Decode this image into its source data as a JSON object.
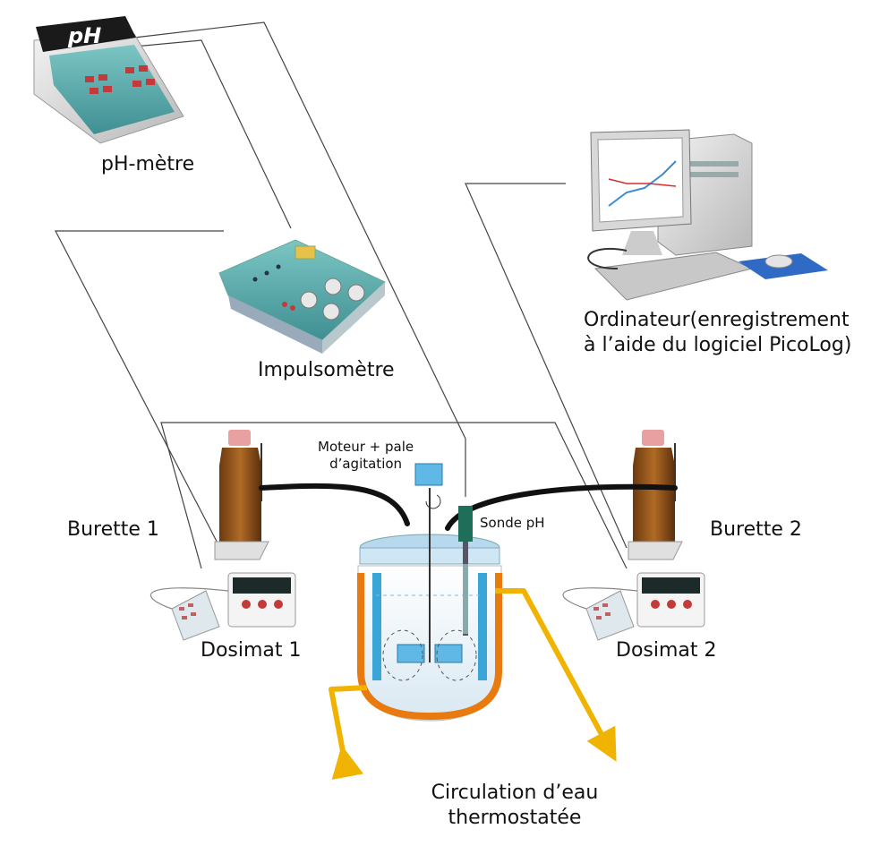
{
  "diagram": {
    "ph_meter": {
      "display": "pH",
      "label": "pH-mètre"
    },
    "pulse_meter": {
      "label": "Impulsomètre"
    },
    "computer": {
      "line1": "Ordinateur(enregistrement",
      "line2": "à l’aide du logiciel PicoLog)"
    },
    "motor": {
      "line1": "Moteur + pale",
      "line2": "d’agitation"
    },
    "probe": {
      "label": "Sonde pH"
    },
    "burette_1": {
      "label": "Burette 1"
    },
    "burette_2": {
      "label": "Burette 2"
    },
    "dosimat_1": {
      "label": "Dosimat 1"
    },
    "dosimat_2": {
      "label": "Dosimat 2"
    },
    "water": {
      "line1": "Circulation d’eau",
      "line2": "thermostatée"
    }
  },
  "colors": {
    "water_flow": "#f0b400",
    "jacket_orange": "#e87a10",
    "jacket_blue": "#3aa6d8",
    "wire": "#444444",
    "tube": "#111111",
    "device_teal": "#5aa6a8"
  }
}
